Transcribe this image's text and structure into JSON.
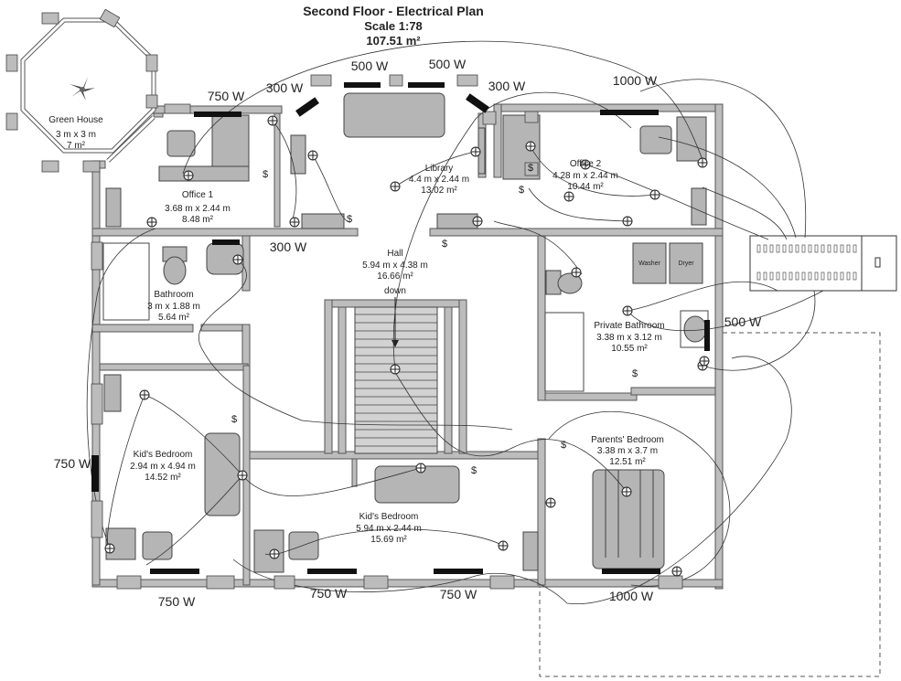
{
  "title": {
    "line1": "Second Floor - Electrical Plan",
    "line2": "Scale 1:78",
    "line3": "107.51 m²"
  },
  "rooms": [
    {
      "key": "greenhouse",
      "name": "Green House",
      "dims": "3 m x 3 m",
      "area": "7 m²"
    },
    {
      "key": "office1",
      "name": "Office 1",
      "dims": "3.68 m x 2.44 m",
      "area": "8.48 m²"
    },
    {
      "key": "library",
      "name": "Library",
      "dims": "4.4 m x 2.44 m",
      "area": "13.02 m²"
    },
    {
      "key": "office2",
      "name": "Office 2",
      "dims": "4.28 m x 2.44 m",
      "area": "10.44 m²"
    },
    {
      "key": "bathroom",
      "name": "Bathroom",
      "dims": "3 m x 1.88 m",
      "area": "5.64 m²"
    },
    {
      "key": "hall",
      "name": "Hall",
      "dims": "5.94 m x 4.38 m",
      "area": "16.66 m²",
      "note": "down"
    },
    {
      "key": "privbath",
      "name": "Private Bathroom",
      "dims": "3.38 m x 3.12 m",
      "area": "10.55 m²"
    },
    {
      "key": "kids1",
      "name": "Kid's Bedroom",
      "dims": "2.94 m x 4.94 m",
      "area": "14.52 m²"
    },
    {
      "key": "kids2",
      "name": "Kid's Bedroom",
      "dims": "5.94 m x 2.44 m",
      "area": "15.69 m²"
    },
    {
      "key": "parents",
      "name": "Parents' Bedroom",
      "dims": "3.38 m x 3.7 m",
      "area": "12.51 m²"
    }
  ],
  "appliances": {
    "washer": "Washer",
    "dryer": "Dryer"
  },
  "heaters": [
    "750 W",
    "300 W",
    "500 W",
    "500 W",
    "300 W",
    "1000 W",
    "300 W",
    "500 W",
    "750 W",
    "750 W",
    "750 W",
    "750 W",
    "1000 W"
  ]
}
